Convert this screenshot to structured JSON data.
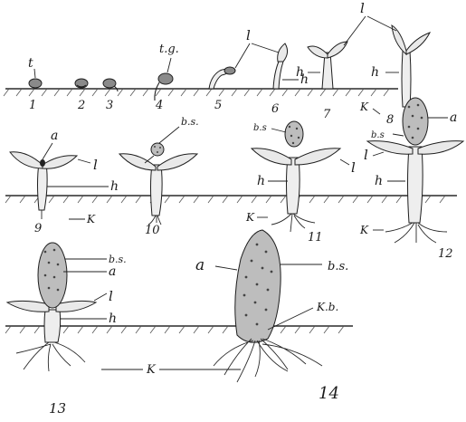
{
  "labels": {
    "t": "t",
    "tg": "t.g.",
    "l": "l",
    "h": "h",
    "a": "a",
    "bs": "b.s.",
    "bs_alt": "b.s",
    "k": "K",
    "kb": "K.b."
  },
  "stages": [
    "1",
    "2",
    "3",
    "4",
    "5",
    "6",
    "7",
    "8",
    "9",
    "10",
    "11",
    "12",
    "13",
    "14"
  ],
  "colors": {
    "ink": "#1e1e1e",
    "paper": "#ffffff",
    "body_fill": "#bdbdbd"
  }
}
